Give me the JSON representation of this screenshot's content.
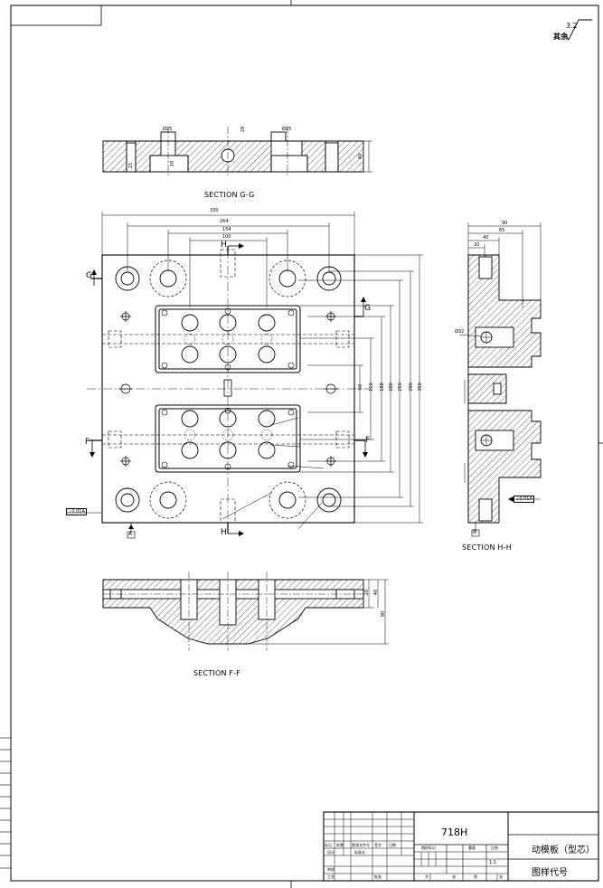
{
  "roughness": {
    "value": "3.2",
    "note": "其余"
  },
  "sections": {
    "gg": "SECTION G-G",
    "ff": "SECTION  F-F",
    "hh": "SECTION H-H"
  },
  "cut_letters": {
    "g": "G",
    "f": "F",
    "h": "H",
    "datum_a": "A",
    "datum_b": "B"
  },
  "datum_frames": {
    "left": "⊥0.01A",
    "right": "⊥0.01A"
  },
  "dims": {
    "top": [
      "330",
      "264",
      "154",
      "100"
    ],
    "right": [
      "50",
      "110",
      "188",
      "200",
      "250",
      "290",
      "350"
    ],
    "hh_top": [
      "90",
      "65",
      "40",
      "20"
    ],
    "gg": [
      "Ø25",
      "Ø25",
      "28",
      "40",
      "15",
      "20"
    ],
    "ff": [
      "20",
      "40",
      "90"
    ],
    "diam": [
      "Ø32"
    ]
  },
  "title_block": {
    "material": "718H",
    "part_name": "动模板（型芯）",
    "drawing_no_label": "图样代号",
    "scale": "1:1",
    "row_labels": [
      "标记",
      "处数",
      "更改文件号",
      "签字",
      "日期",
      "设计",
      "标准化",
      "审核",
      "工艺",
      "批准"
    ],
    "col_labels": [
      "图样标记",
      "重量",
      "比例",
      "共",
      "张",
      "第",
      "张"
    ]
  }
}
